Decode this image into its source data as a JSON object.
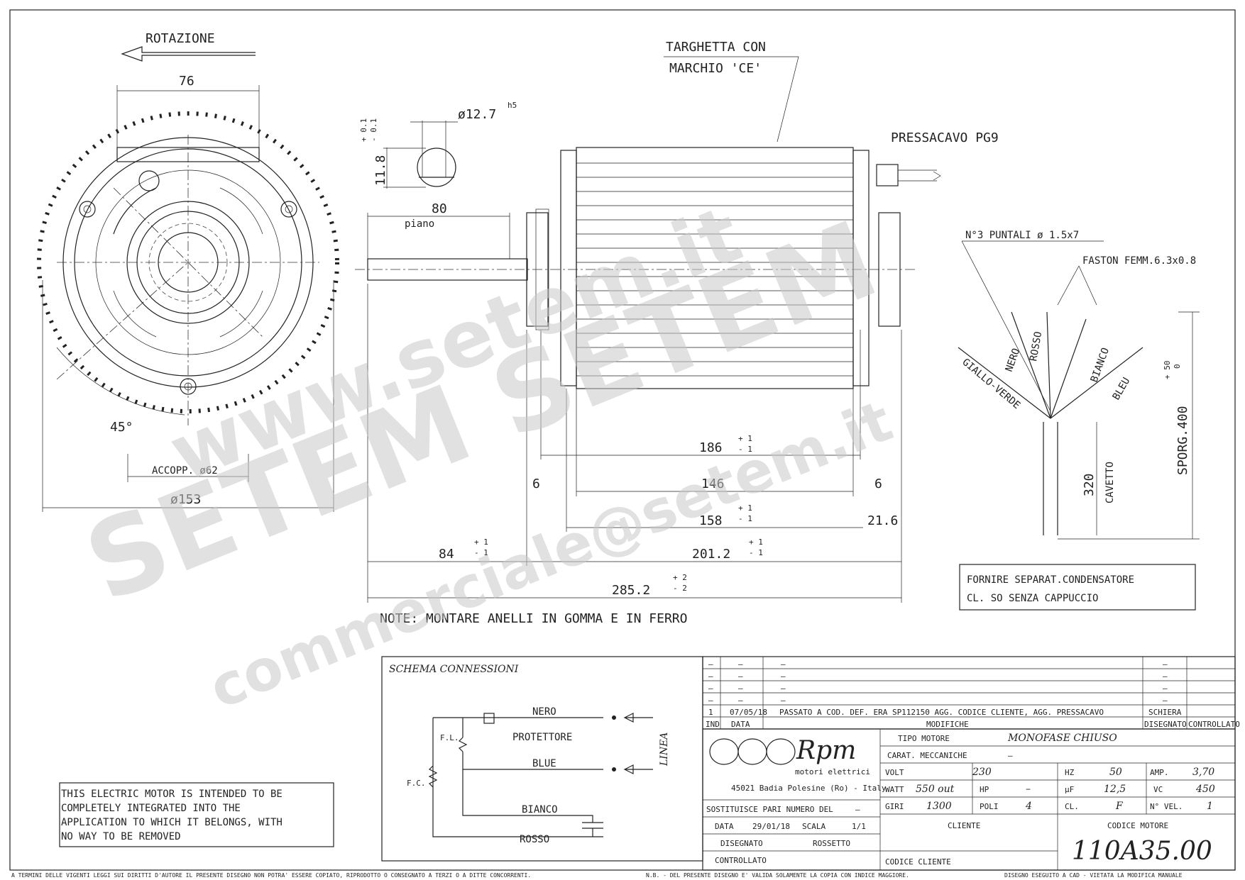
{
  "drawing": {
    "rotation_label": "ROTAZIONE",
    "nameplate_line1": "TARGHETTA CON",
    "nameplate_line2": "MARCHIO 'CE'",
    "cable_gland": "PRESSACAVO PG9",
    "shaft_diameter": "ø12.7",
    "shaft_tol": "h5",
    "flat_dim": "11.8",
    "flat_tol_plus": "+ 0.1",
    "flat_tol_minus": "- 0.1",
    "flat_length": "80",
    "flat_label": "piano",
    "dim_76": "76",
    "angle_45": "45°",
    "coupling": "ACCOPP. ø62",
    "dia_153": "ø153",
    "dim_186": "186",
    "dim_146": "146",
    "dim_6a": "6",
    "dim_6b": "6",
    "dim_158": "158",
    "dim_216": "21.6",
    "dim_84": "84",
    "dim_2012": "201.2",
    "dim_2852": "285.2",
    "tol_p1": "+ 1",
    "tol_m1": "- 1",
    "tol_p2": "+ 2",
    "tol_m2": "- 2",
    "note": "NOTE:  MONTARE ANELLI IN GOMMA E IN FERRO",
    "terminals": "N°3 PUNTALI ø 1.5x7",
    "faston": "FASTON FEMM.6.3x0.8",
    "wires": [
      "ROSSO",
      "NERO",
      "GIALLO-VERDE",
      "BIANCO",
      "BLEU"
    ],
    "sporg": "SPORG.400",
    "sporg_tol_plus": "+ 50",
    "sporg_tol_minus": "0",
    "cable_len": "320",
    "cable_label": "CAVETTO",
    "capacitor_line1": "FORNIRE SEPARAT.CONDENSATORE",
    "capacitor_line2": "CL. SO SENZA  CAPPUCCIO",
    "integration_note": [
      "THIS ELECTRIC MOTOR IS INTENDED TO BE",
      "COMPLETELY INTEGRATED INTO THE",
      "APPLICATION TO WHICH IT BELONGS, WITH",
      "NO WAY TO BE REMOVED"
    ]
  },
  "schema": {
    "title": "SCHEMA CONNESSIONI",
    "nero": "NERO",
    "protettore": "PROTETTORE",
    "blue": "BLUE",
    "bianco": "BIANCO",
    "rosso": "ROSSO",
    "linea": "LINEA",
    "fl": "F.L.",
    "fc": "F.C."
  },
  "revisions": {
    "dash": "–",
    "rev_ind": "1",
    "rev_date": "07/05/18",
    "rev_text": "PASSATO A COD. DEF. ERA SP112150 AGG. CODICE CLIENTE, AGG. PRESSACAVO",
    "rev_designer": "SCHIERA",
    "hdr_ind": "IND",
    "hdr_data": "DATA",
    "hdr_modifiche": "MODIFICHE",
    "hdr_disegnato": "DISEGNATO",
    "hdr_controllato": "CONTROLLATO"
  },
  "titleblock": {
    "logo_text": "Rpm",
    "logo_sub": "motori elettrici",
    "address": "45021 Badia Polesine (Ro) - Italy",
    "sostituisce": "SOSTITUISCE PARI NUMERO DEL",
    "sostituisce_val": "–",
    "data_lbl": "DATA",
    "data_val": "29/01/18",
    "scala_lbl": "SCALA",
    "scala_val": "1/1",
    "disegnato_lbl": "DISEGNATO",
    "disegnato_val": "ROSSETTO",
    "controllato_lbl": "CONTROLLATO",
    "tipo_lbl": "TIPO MOTORE",
    "tipo_val": "MONOFASE CHIUSO",
    "carat_lbl": "CARAT. MECCANICHE",
    "carat_val": "–",
    "volt_lbl": "VOLT",
    "volt_val": "230",
    "hz_lbl": "HZ",
    "hz_val": "50",
    "amp_lbl": "AMP.",
    "amp_val": "3,70",
    "watt_lbl": "WATT",
    "watt_val": "550 out",
    "hp_lbl": "HP",
    "hp_val": "–",
    "uf_lbl": "µF",
    "uf_val": "12,5",
    "vc_lbl": "VC",
    "vc_val": "450",
    "giri_lbl": "GIRI",
    "giri_val": "1300",
    "poli_lbl": "POLI",
    "poli_val": "4",
    "cl_lbl": "CL.",
    "cl_val": "F",
    "nvel_lbl": "N° VEL.",
    "nvel_val": "1",
    "cliente_lbl": "CLIENTE",
    "codice_cliente_lbl": "CODICE CLIENTE",
    "codice_motore_lbl": "CODICE MOTORE",
    "codice_motore_val": "110A35.00"
  },
  "footer": {
    "left": "A TERMINI DELLE VIGENTI LEGGI SUI DIRITTI D'AUTORE IL PRESENTE DISEGNO NON POTRA' ESSERE COPIATO, RIPRODOTTO O CONSEGNATO A TERZI O A DITTE CONCORRENTI.",
    "middle": "N.B. - DEL PRESENTE DISEGNO E' VALIDA SOLAMENTE LA COPIA CON INDICE MAGGIORE.",
    "right": "DISEGNO ESEGUITO A CAD - VIETATA LA MODIFICA MANUALE"
  },
  "watermark": {
    "line1": "www.setem.it",
    "line2": "SETEM SETEM",
    "line3": "commerciale@setem.it"
  }
}
